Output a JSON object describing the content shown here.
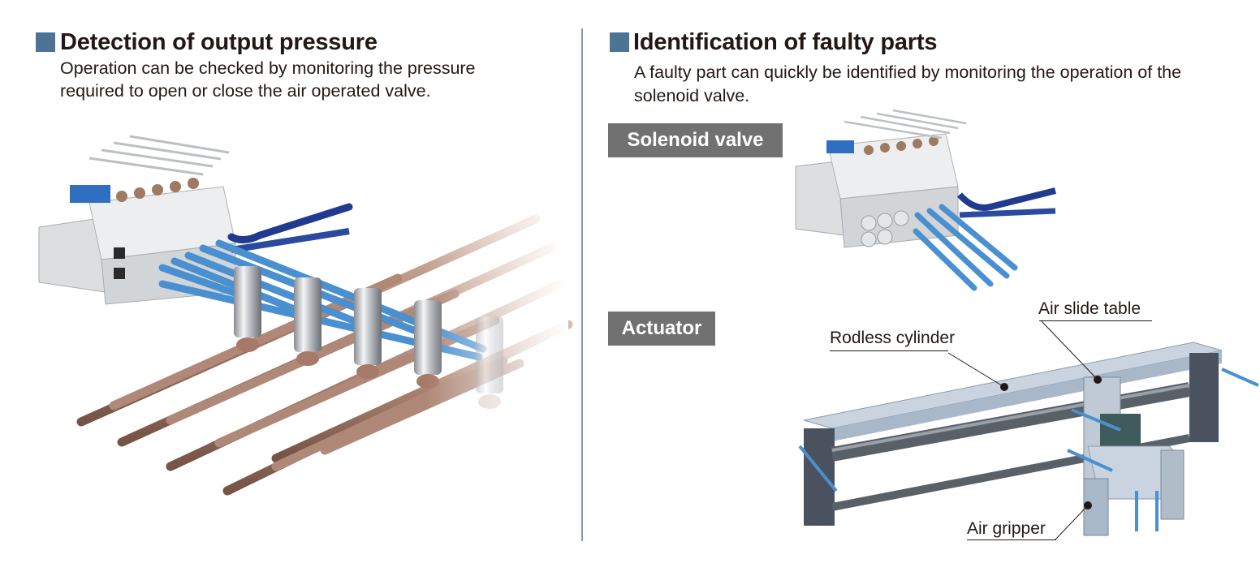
{
  "left_section": {
    "title": "Detection of output pressure",
    "description_line1": "Operation can be checked by monitoring the pressure",
    "description_line2": "required to open or close the air operated valve.",
    "illustration": "solenoid-valve-manifold-with-air-operated-valves"
  },
  "right_section": {
    "title": "Identification of faulty parts",
    "description_line1": "A faulty part can quickly be identified by monitoring the operation of the",
    "description_line2": "solenoid valve.",
    "tags": {
      "solenoid": "Solenoid valve",
      "actuator": "Actuator"
    },
    "callouts": {
      "air_slide_table": "Air slide table",
      "rodless_cylinder": "Rodless cylinder",
      "air_gripper": "Air gripper"
    }
  },
  "colors": {
    "marker": "#4d7395",
    "divider": "#7f9db5",
    "tag_bg": "#727171",
    "text": "#231815",
    "tube_light_blue": "#4a90d0",
    "tube_dark_blue": "#1f3a8f",
    "copper_pipe": "#b08878"
  }
}
